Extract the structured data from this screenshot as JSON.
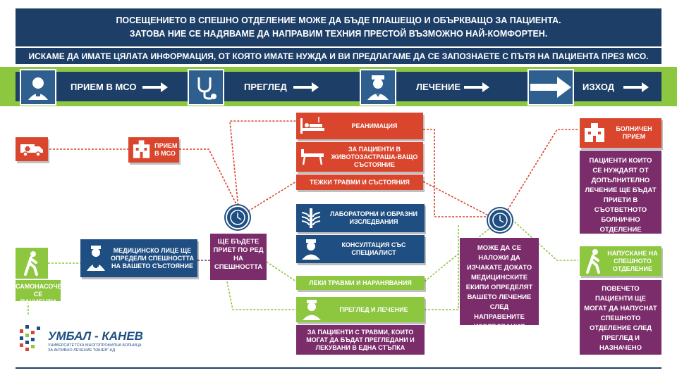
{
  "header": {
    "line1": "ПОСЕЩЕНИЕТО В СПЕШНО ОТДЕЛЕНИЕ МОЖЕ ДА БЪДЕ ПЛАШЕЩО И ОБЪРКВАЩО ЗА ПАЦИЕНТА.",
    "line2": "ЗАТОВА НИЕ СЕ НАДЯВАМЕ ДА НАПРАВИМ ТЕХНИЯ ПРЕСТОЙ ВЪЗМОЖНО НАЙ-КОМФОРТЕН.",
    "subline": "ИСКАМЕ ДА ИМАТЕ ЦЯЛАТА ИНФОРМАЦИЯ, ОТ КОЯТО ИМАТЕ НУЖДА И ВИ ПРЕДЛАГАМЕ ДА СЕ ЗАПОЗНАЕТЕ С ПЪТЯ НА ПАЦИЕНТА ПРЕЗ МСО."
  },
  "stages": {
    "s1": "ПРИЕМ В МСО",
    "s2": "ПРЕГЛЕД",
    "s3": "ЛЕЧЕНИЕ",
    "s4": "ИЗХОД"
  },
  "flow": {
    "admission": "ПРИЕМ В МСО",
    "self_referral": "САМОНАСОЧВАЩИ СЕ ПАЦИЕНТИ",
    "triage": "МЕДИЦИНСКО ЛИЦЕ ЩЕ ОПРЕДЕЛИ СПЕШНОСТТА НА ВАШЕТО СЪСТОЯНИЕ",
    "received": "ЩЕ БЪДЕТЕ ПРИЕТ ПО РЕД НА СПЕШНОСТТА",
    "resuscitation": "РЕАНИМАЦИЯ",
    "life_threatening": "ЗА ПАЦИЕНТИ В ЖИВОТОЗАСТРАША-ВАЩО СЪСТОЯНИЕ",
    "severe": "ТЕЖКИ ТРАВМИ И СЪСТОЯНИЯ",
    "lab": "ЛАБОРАТОРНИ И ОБРАЗНИ ИЗСЛЕДВАНИЯ",
    "consult": "КОНСУЛТАЦИЯ СЪС СПЕЦИАЛИСТ",
    "minor": "ЛЕКИ ТРАВМИ И НАРАНЯВАНИЯ",
    "exam": "ПРЕГЛЕД И ЛЕЧЕНИЕ",
    "one_step": "ЗА ПАЦИЕНТИ С ТРАВМИ, КОИТО МОГАТ ДА БЪДАТ ПРЕГЛЕДАНИ И ЛЕКУВАНИ В ЕДНА СТЪПКА",
    "wait": "МОЖЕ ДА СЕ НАЛОЖИ ДА ИЗЧАКАТЕ ДОКАТО МЕДИЦИНСКИТЕ ЕКИПИ ОПРЕДЕЛЯТ ВАШЕТО ЛЕЧЕНИЕ СЛЕД НАПРАВЕНИТЕ ИЗСЛЕДВАНИЯ",
    "hospital_admission": "БОЛНИЧЕН ПРИЕМ",
    "hospital_text": "ПАЦИЕНТИ КОИТО СЕ НУЖДАЯТ ОТ ДОПЪЛНИТЕЛНО ЛЕЧЕНИЕ ЩЕ БЪДАТ ПРИЕТИ В СЪОТВЕТНОТО БОЛНИЧНО ОТДЕЛЕНИЕ",
    "discharge": "НАПУСКАНЕ НА СПЕШНОТО ОТДЕЛЕНИЕ",
    "discharge_text": "ПОВЕЧЕТО ПАЦИЕНТИ ЩЕ МОГАТ ДА НАПУСНАТ СПЕШНОТО ОТДЕЛЕНИЕ СЛЕД ПРЕГЛЕД И НАЗНАЧЕНО ЛЕЧЕНИЕ"
  },
  "logo": {
    "name": "УМБАЛ - КАНЕВ",
    "tagline": "УНИВЕРСИТЕТСКА МНОГОПРОФИЛНА БОЛНИЦА ЗА АКТИВНО ЛЕЧЕНИЕ \"КАНЕВ\" АД"
  },
  "colors": {
    "navy": "#1d3f67",
    "green": "#8dc63f",
    "red": "#d9452d",
    "blue": "#1f4f82",
    "purple": "#7b2c6b"
  }
}
